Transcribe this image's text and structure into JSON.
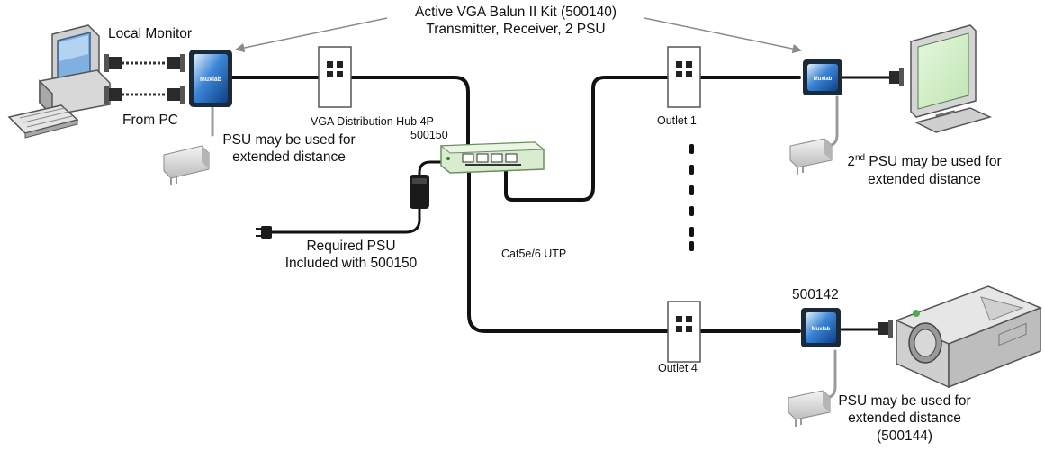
{
  "kit": {
    "line1": "Active VGA Balun II Kit (500140)",
    "line2": "Transmitter, Receiver, 2 PSU"
  },
  "local_monitor": "Local Monitor",
  "from_pc": "From PC",
  "psu_tx": {
    "line1": "PSU may be used for",
    "line2": "extended distance"
  },
  "hub": {
    "name": "VGA Distribution Hub 4P",
    "part": "500150"
  },
  "required_psu": {
    "line1": "Required PSU",
    "line2": "Included with 500150"
  },
  "cable": "Cat5e/6 UTP",
  "outlet1": "Outlet 1",
  "outlet4": "Outlet 4",
  "second_psu": {
    "ordinal": "2",
    "sup": "nd",
    "rest": " PSU may be used for",
    "line2": "extended distance"
  },
  "part_500142": "500142",
  "psu_projector": {
    "line1": "PSU may be used for",
    "line2": "extended distance",
    "line3": "(500144)"
  },
  "colors": {
    "balun_blue": "#1565c0",
    "balun_frame": "#1b2a38",
    "hub_green": "#d9ecd0",
    "cable": "#111111",
    "psu_grey": "#d0d0d0",
    "monitor_screen": "#d8f2cf"
  },
  "icons": [
    "pc-icon",
    "monitor-icon",
    "projector-icon",
    "vga-connector-icon",
    "wall-outlet-icon",
    "power-adapter-icon",
    "power-plug-icon",
    "balun-icon",
    "hub-icon"
  ]
}
